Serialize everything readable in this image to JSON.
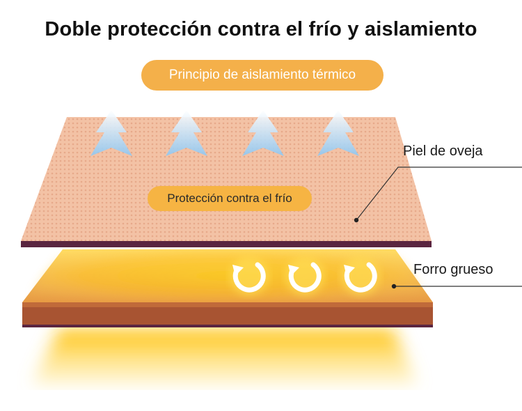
{
  "title": "Doble protección contra el frío y aislamiento",
  "badge_top": "Principio de aislamiento térmico",
  "badge_middle": "Protección contra el frío",
  "labels": {
    "top_layer": "Piel de oveja",
    "bottom_layer": "Forro grueso"
  },
  "colors": {
    "accent_orange": "#f4b04a",
    "top_layer": "#f3c2a5",
    "layer_edge": "#5a2540",
    "bottom_layer": "#c66f3f",
    "heat_glow": "#ffc41a",
    "cold_arrow": "#9fd0f5"
  },
  "icons": {
    "cold_arrows": [
      "cold-arrow-icon",
      "cold-arrow-icon",
      "cold-arrow-icon",
      "cold-arrow-icon"
    ],
    "heat_cycles": [
      "circular-arrow-icon",
      "circular-arrow-icon",
      "circular-arrow-icon"
    ]
  }
}
